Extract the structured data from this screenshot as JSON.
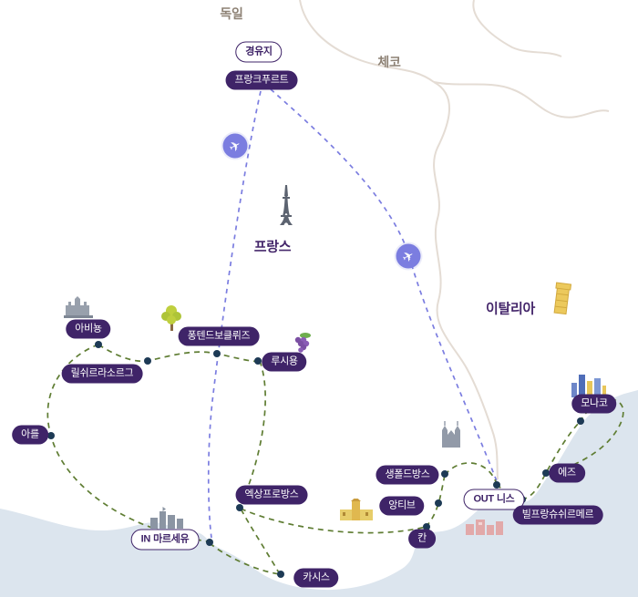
{
  "countries": {
    "germany": "독일",
    "czech": "체코",
    "france": "프랑스",
    "italy": "이탈리아"
  },
  "route": {
    "transit_label": "경유지",
    "transit_city": "프랑크푸르트",
    "in_prefix": "IN",
    "in_city": "마르세유",
    "out_prefix": "OUT",
    "out_city": "니스"
  },
  "cities": {
    "avignon": "아비뇽",
    "fontaine_de_vaucluse": "퐁텐드보클뤼즈",
    "roussillon": "루시용",
    "lisle_sur_la_sorgue": "릴쉬르라소르그",
    "arles": "아를",
    "aix_en_provence": "엑상프로방스",
    "cassis": "카시스",
    "saint_paul_de_vence": "생폴드방스",
    "antibes": "앙티브",
    "cannes": "칸",
    "villefranche_sur_mer": "빌프랑슈쉬르메르",
    "eze": "에즈",
    "monaco": "모나코"
  },
  "icons": {
    "plane": "✈",
    "landmark_names": [
      "avignon-palace-icon",
      "tree-icon",
      "grapes-icon",
      "eiffel-tower-icon",
      "pisa-tower-icon",
      "church-icon",
      "marseille-port-icon",
      "antibes-town-icon",
      "nice-town-icon",
      "monaco-skyline-icon"
    ]
  },
  "colors": {
    "badge-purple": "#3f2468",
    "flight-blue": "#7b7de0",
    "route-green": "#5f7d33",
    "sea": "#dce5ee",
    "dot-navy": "#1d3a55",
    "border-line": "#e4dcd4",
    "country-muted": "#8d8174",
    "country-accent": "#45276b"
  }
}
